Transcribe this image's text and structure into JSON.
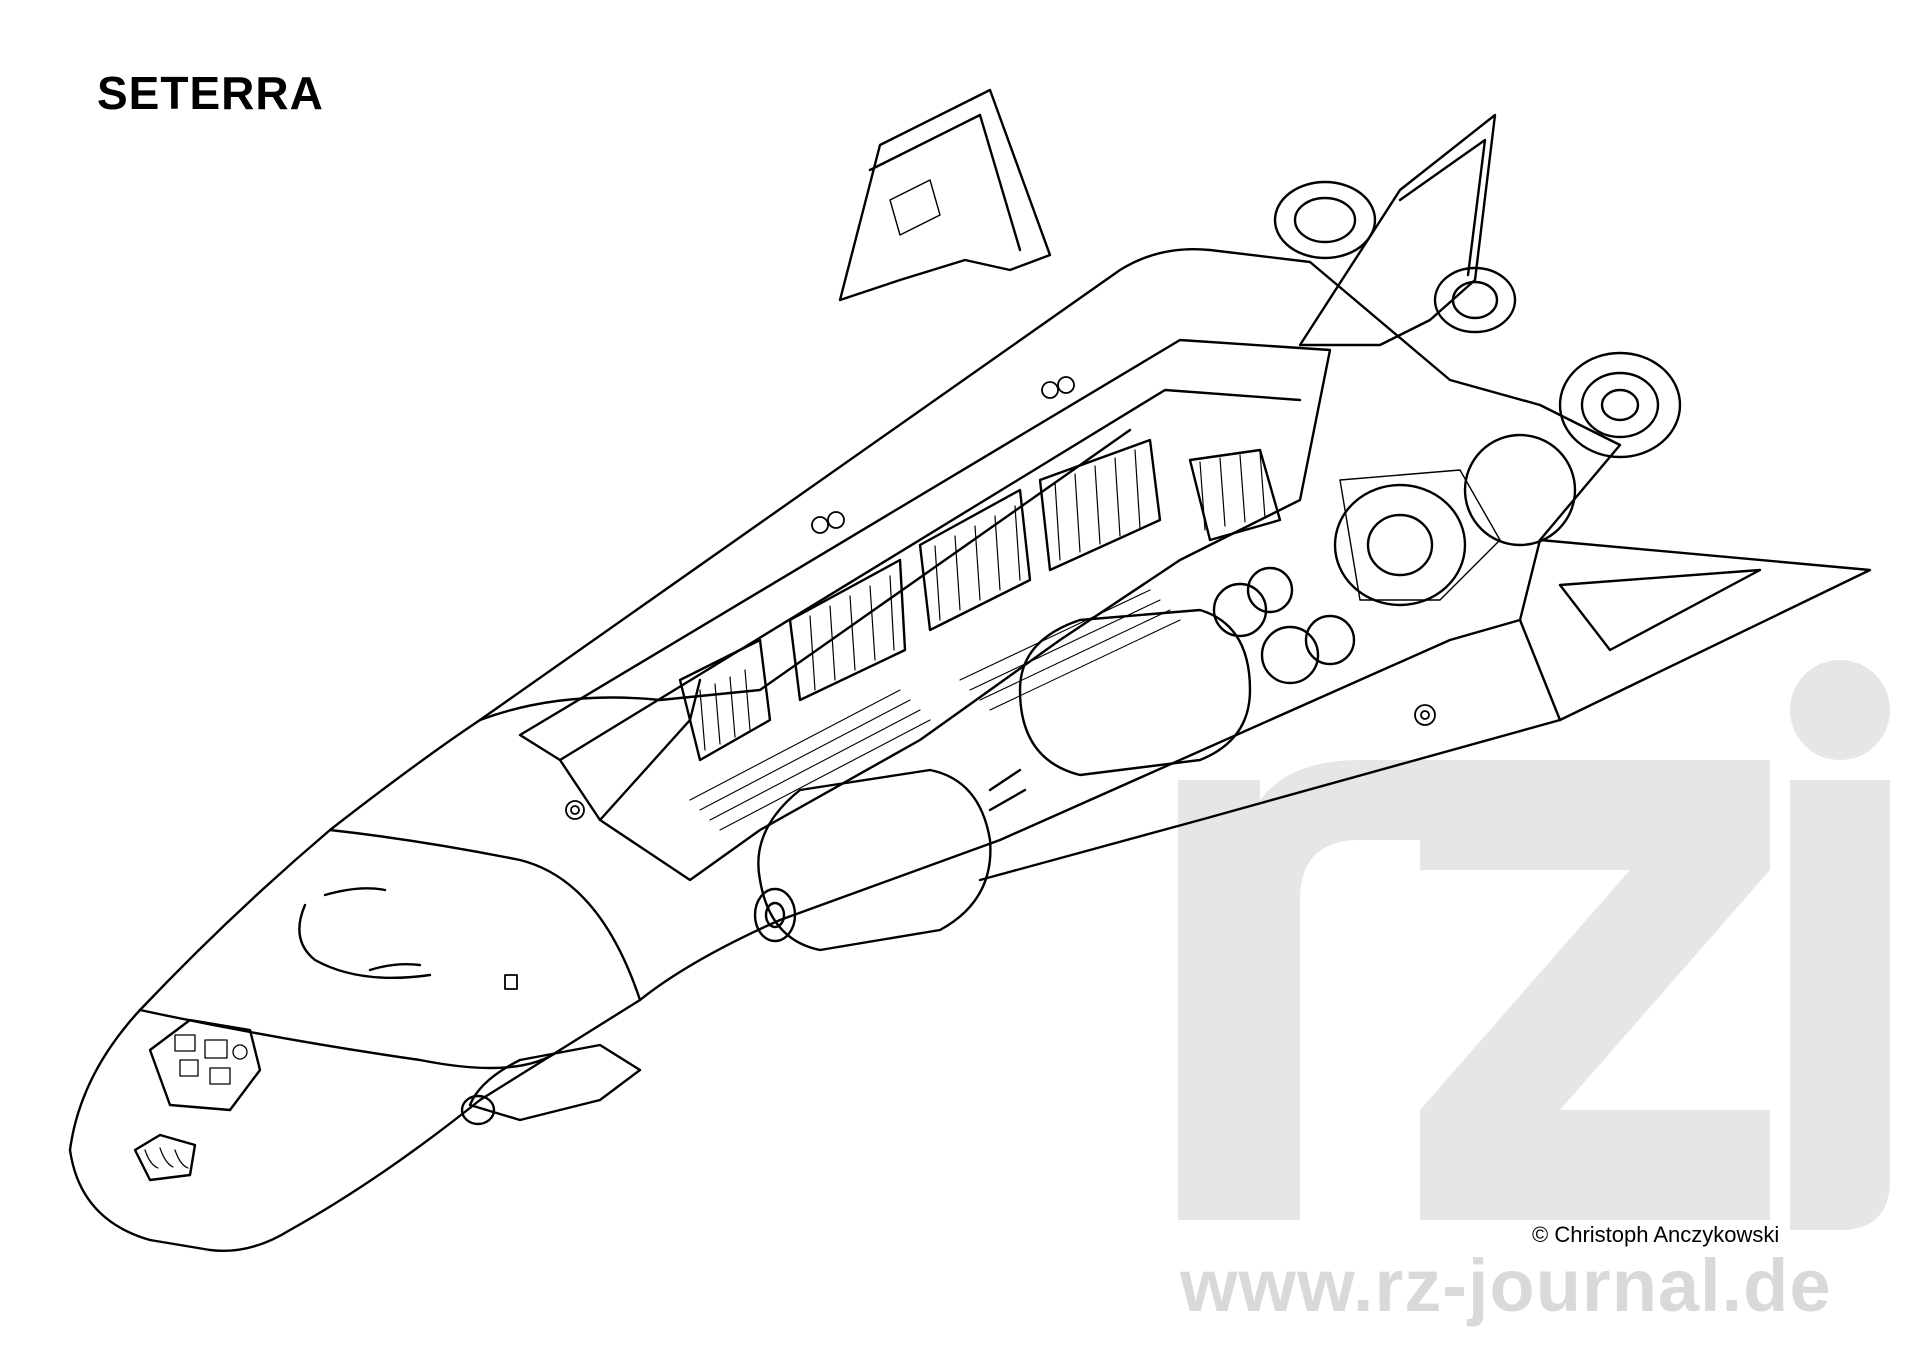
{
  "title": "SETERRA",
  "credit": "© Christoph Anczykowski",
  "watermark": {
    "logo_text": "rzj",
    "url": "www.rz-journal.de",
    "color": "#d9d9d9"
  },
  "colors": {
    "line": "#000000",
    "background": "#ffffff"
  }
}
